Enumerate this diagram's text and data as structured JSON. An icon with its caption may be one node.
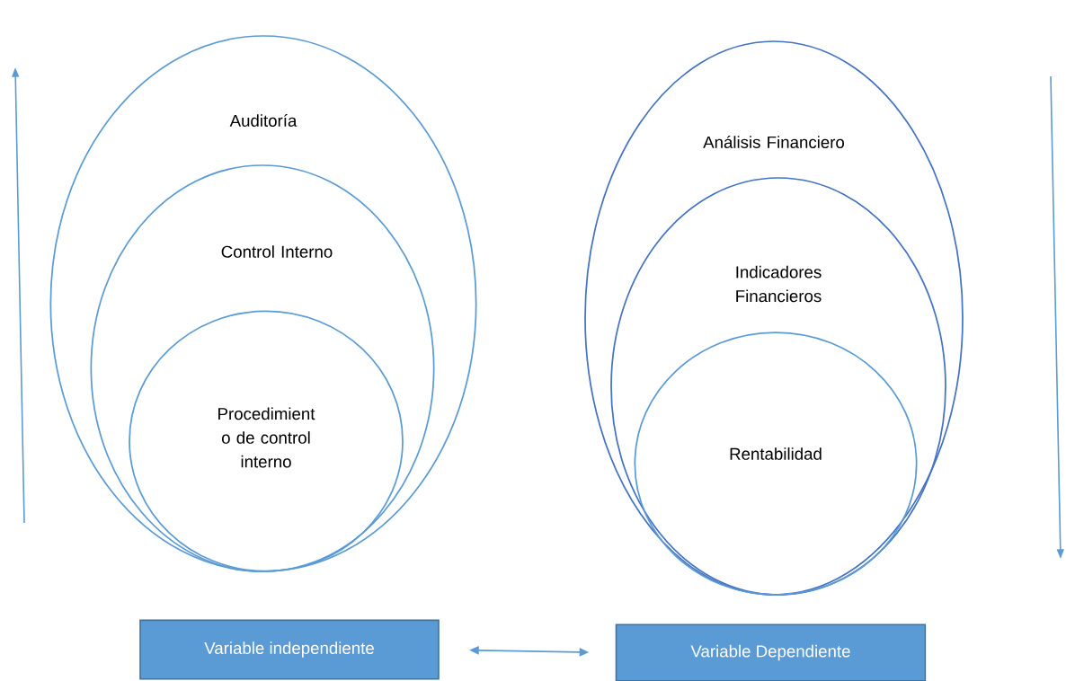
{
  "diagram": {
    "nodes": [
      {
        "text": [
          "Auditoría"
        ]
      },
      {
        "text": [
          "Control Interno"
        ],
        "in": 0
      },
      {
        "text": [
          "Procedimient o de control interno"
        ],
        "in": 1
      },
      {
        "text": [
          "Análisis Financiero"
        ]
      },
      {
        "text": [
          "Indicadores Financieros"
        ],
        "in": 3
      },
      {
        "text": [
          "Rentabilidad"
        ],
        "in": 4
      },
      {
        "text": [
          "Variable independiente"
        ]
      },
      {
        "text": [
          "Variable Dependiente"
        ]
      }
    ],
    "edges": [
      {
        "from": 6,
        "to": 7,
        "arrow": "both"
      }
    ]
  }
}
